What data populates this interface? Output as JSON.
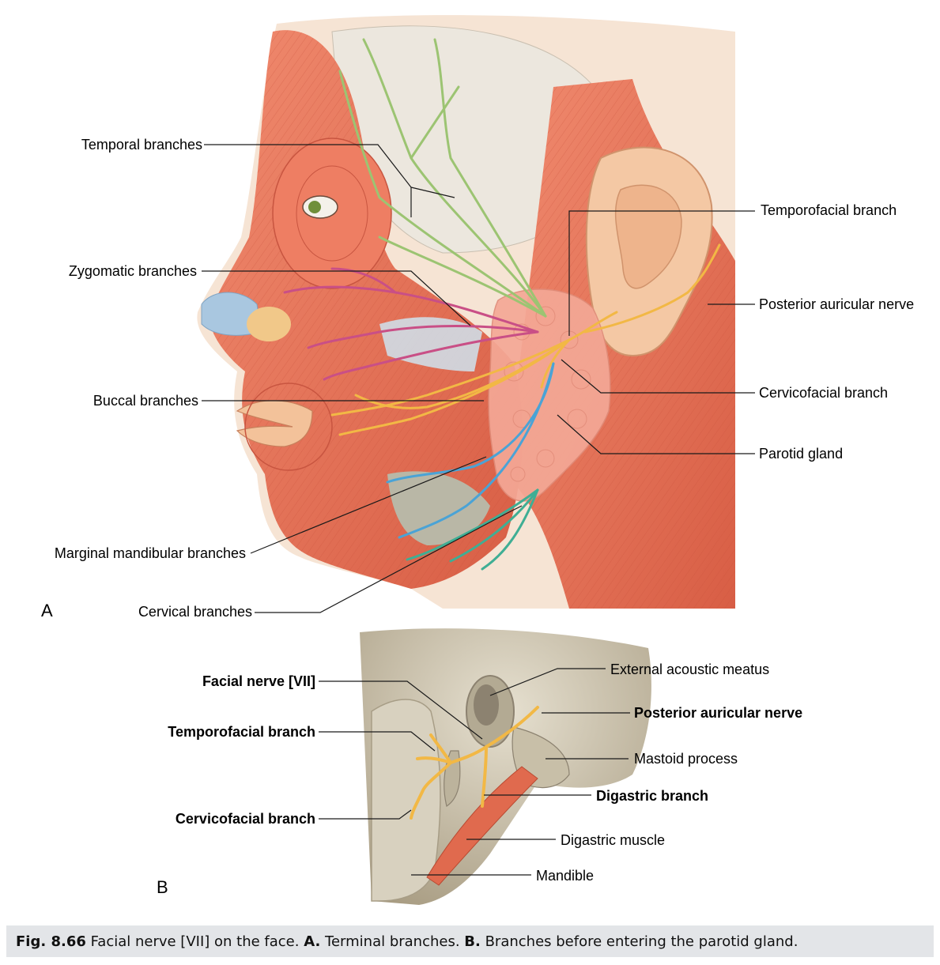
{
  "panel_a": {
    "letter": "A",
    "labels": {
      "temporal_branches": "Temporal branches",
      "zygomatic_branches": "Zygomatic branches",
      "buccal_branches": "Buccal branches",
      "marginal_mandibular_branches": "Marginal mandibular branches",
      "cervical_branches": "Cervical branches",
      "temporofacial_branch": "Temporofacial branch",
      "posterior_auricular_nerve": "Posterior auricular nerve",
      "cervicofacial_branch": "Cervicofacial branch",
      "parotid_gland": "Parotid gland"
    }
  },
  "panel_b": {
    "letter": "B",
    "labels": {
      "facial_nerve": "Facial nerve [VII]",
      "temporofacial_branch": "Temporofacial branch",
      "cervicofacial_branch": "Cervicofacial branch",
      "external_acoustic_meatus": "External acoustic meatus",
      "posterior_auricular_nerve": "Posterior auricular nerve",
      "mastoid_process": "Mastoid process",
      "digastric_branch": "Digastric branch",
      "digastric_muscle": "Digastric muscle",
      "mandible": "Mandible"
    }
  },
  "caption": {
    "fig_number": "Fig. 8.66",
    "text_1": " Facial nerve [VII] on the face. ",
    "label_a": "A.",
    "text_2": " Terminal branches. ",
    "label_b": "B.",
    "text_3": " Branches before entering the parotid gland."
  },
  "colors": {
    "muscle": "#e8735a",
    "skin": "#f3c9a6",
    "temporal_nerve": "#9cc472",
    "zygomatic_nerve": "#c94f86",
    "buccal_nerve": "#f2b845",
    "mandibular_nerve": "#4aa3d6",
    "cervical_nerve": "#3fae94",
    "parotid": "#f4a896",
    "bone": "#b9ad95"
  }
}
